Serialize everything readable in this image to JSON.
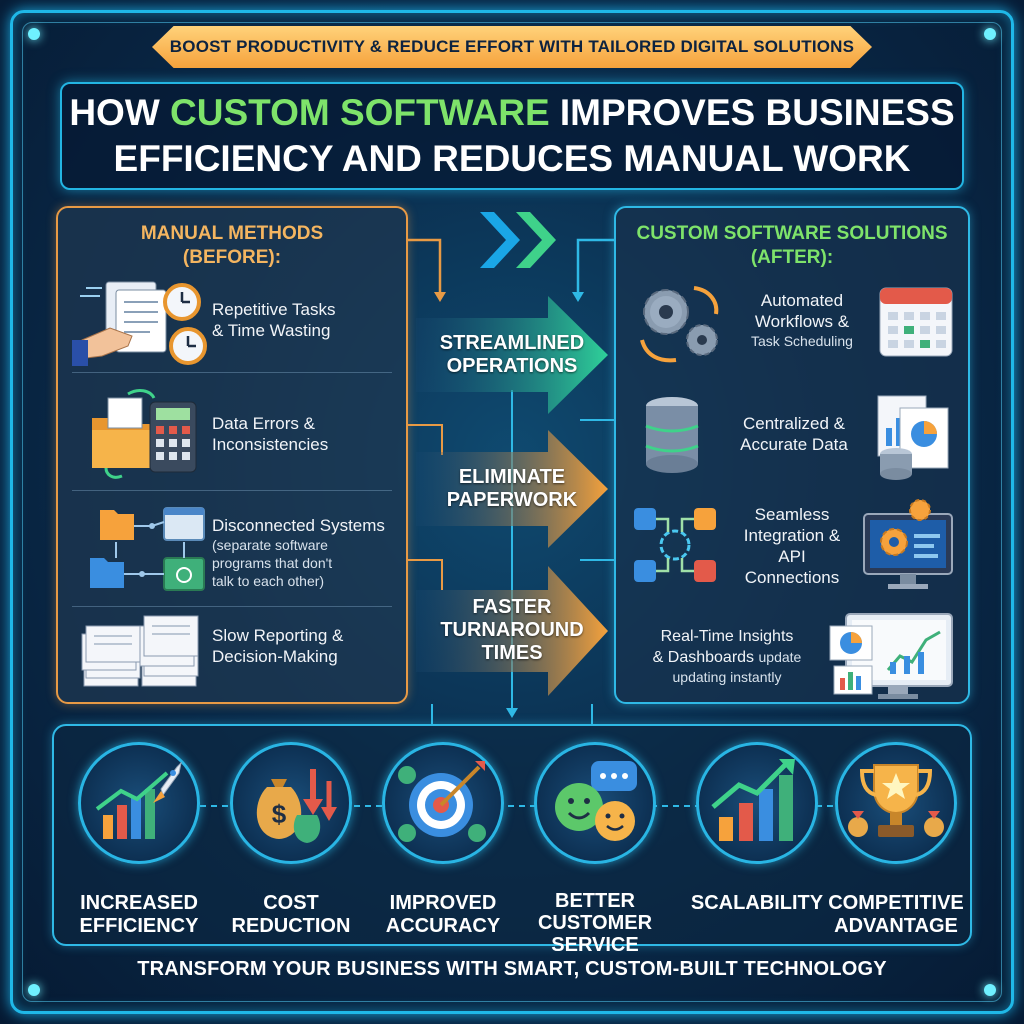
{
  "banner": "BOOST PRODUCTIVITY & REDUCE EFFORT WITH TAILORED DIGITAL SOLUTIONS",
  "title": {
    "line1_pre": "HOW ",
    "line1_highlight": "CUSTOM SOFTWARE",
    "line1_post": " IMPROVES BUSINESS",
    "line2": "EFFICIENCY AND REDUCES MANUAL WORK"
  },
  "left_panel": {
    "heading_line1": "MANUAL METHODS",
    "heading_line2": "(BEFORE):",
    "items": [
      {
        "text_line1": "Repetitive Tasks",
        "text_line2": "& Time Wasting",
        "icon": "documents-clock-icon"
      },
      {
        "text_line1": "Data Errors &",
        "text_line2": "Inconsistencies",
        "icon": "folder-calculator-icon"
      },
      {
        "text_line1": "Disconnected Systems",
        "note_line1": "(separate software",
        "note_line2": "programs that don't",
        "note_line3": "talk to each other)",
        "icon": "disconnected-windows-icon"
      },
      {
        "text_line1": "Slow Reporting &",
        "text_line2": "Decision-Making",
        "icon": "paper-stacks-icon"
      }
    ]
  },
  "right_panel": {
    "heading_line1": "CUSTOM SOFTWARE SOLUTIONS",
    "heading_line2": "(AFTER):",
    "items": [
      {
        "text_line1": "Automated",
        "text_line2": "Workflows &",
        "note": "Task Scheduling",
        "icon": "gears-calendar-icon"
      },
      {
        "text_line1": "Centralized &",
        "text_line2": "Accurate Data",
        "icon": "database-reports-icon"
      },
      {
        "text_line1": "Seamless",
        "text_line2": "Integration &",
        "text_line3": "API",
        "text_line4": "Connections",
        "icon": "integration-monitor-icon"
      },
      {
        "text_line1": "Real-Time Insights",
        "text_line2": "& Dashboards",
        "note_inline": "update",
        "note": "updating instantly",
        "icon": "dashboard-monitor-icon"
      }
    ]
  },
  "middle_arrows": [
    {
      "line1": "STREAMLINED",
      "line2": "OPERATIONS"
    },
    {
      "line1": "ELIMINATE",
      "line2": "PAPERWORK"
    },
    {
      "line1": "FASTER",
      "line2": "TURNAROUND",
      "line3": "TIMES"
    }
  ],
  "benefits": [
    {
      "line1": "INCREASED",
      "line2": "EFFICIENCY",
      "icon": "rocket-chart-icon"
    },
    {
      "line1": "COST",
      "line2": "REDUCTION",
      "icon": "money-bag-icon"
    },
    {
      "line1": "IMPROVED",
      "line2": "ACCURACY",
      "icon": "target-icon"
    },
    {
      "line1": "BETTER",
      "line2": "CUSTOMER",
      "line3": "SERVICE",
      "icon": "chat-bubbles-icon"
    },
    {
      "line1": "SCALABILITY",
      "line2": "",
      "icon": "growth-bars-icon"
    },
    {
      "line1": "COMPETITIVE",
      "line2": "ADVANTAGE",
      "icon": "trophy-icon"
    }
  ],
  "footer": "TRANSFORM YOUR BUSINESS WITH SMART, CUSTOM-BUILT TECHNOLOGY",
  "colors": {
    "accent_cyan": "#1fb8e8",
    "accent_orange": "#f6a23c",
    "accent_green": "#7ee36a"
  }
}
